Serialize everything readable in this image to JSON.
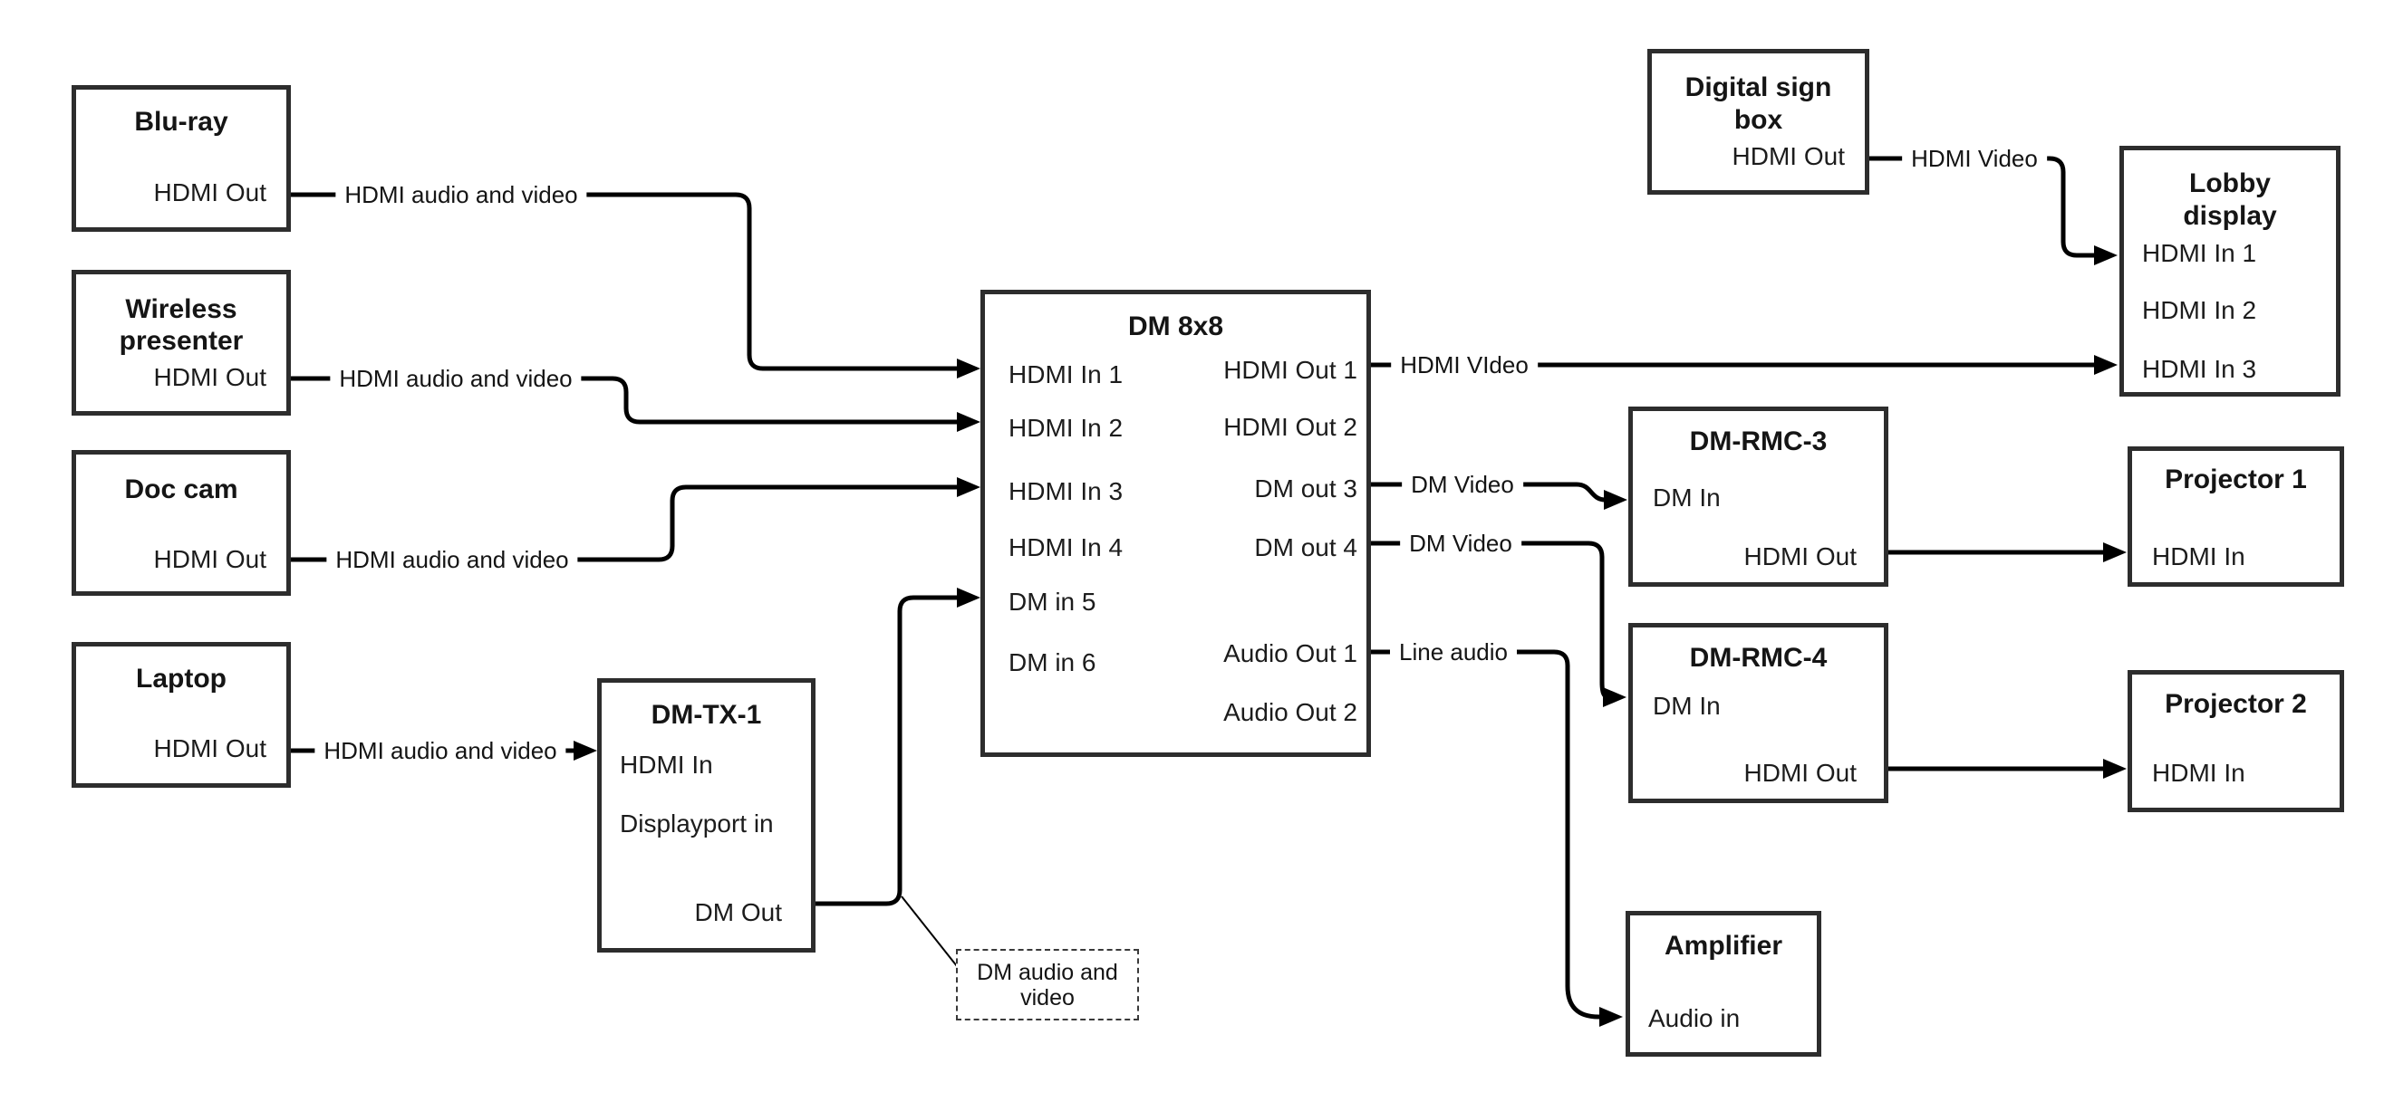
{
  "nodes": {
    "bluray": {
      "title_lines": [
        "Blu-ray"
      ],
      "ports": {
        "out": "HDMI Out"
      }
    },
    "wireless": {
      "title_lines": [
        "Wireless",
        "presenter"
      ],
      "ports": {
        "out": "HDMI Out"
      }
    },
    "doccam": {
      "title_lines": [
        "Doc cam"
      ],
      "ports": {
        "out": "HDMI Out"
      }
    },
    "laptop": {
      "title_lines": [
        "Laptop"
      ],
      "ports": {
        "out": "HDMI Out"
      }
    },
    "dmtx1": {
      "title_lines": [
        "DM-TX-1"
      ],
      "ports": {
        "hdmi_in": "HDMI In",
        "dp_in": "Displayport in",
        "dm_out": "DM Out"
      }
    },
    "dm8x8": {
      "title_lines": [
        "DM 8x8"
      ],
      "ports": {
        "in1": "HDMI In 1",
        "in2": "HDMI In 2",
        "in3": "HDMI In 3",
        "in4": "HDMI In 4",
        "in5": "DM in 5",
        "in6": "DM in 6",
        "out1": "HDMI Out 1",
        "out2": "HDMI Out 2",
        "out3": "DM out 3",
        "out4": "DM out 4",
        "aout1": "Audio Out 1",
        "aout2": "Audio Out 2"
      }
    },
    "digitalsign": {
      "title_lines": [
        "Digital sign",
        "box"
      ],
      "ports": {
        "out": "HDMI Out"
      }
    },
    "lobby": {
      "title_lines": [
        "Lobby",
        "display"
      ],
      "ports": {
        "in1": "HDMI In 1",
        "in2": "HDMI In 2",
        "in3": "HDMI In 3"
      }
    },
    "rmc3": {
      "title_lines": [
        "DM-RMC-3"
      ],
      "ports": {
        "dm_in": "DM In",
        "hdmi_out": "HDMI Out"
      }
    },
    "proj1": {
      "title_lines": [
        "Projector 1"
      ],
      "ports": {
        "in": "HDMI In"
      }
    },
    "rmc4": {
      "title_lines": [
        "DM-RMC-4"
      ],
      "ports": {
        "dm_in": "DM In",
        "hdmi_out": "HDMI Out"
      }
    },
    "proj2": {
      "title_lines": [
        "Projector 2"
      ],
      "ports": {
        "in": "HDMI In"
      }
    },
    "amplifier": {
      "title_lines": [
        "Amplifier"
      ],
      "ports": {
        "in": "Audio in"
      }
    }
  },
  "connections": [
    {
      "from": "Blu-ray HDMI Out",
      "to": "DM 8x8 HDMI In 1",
      "label": "HDMI audio and video"
    },
    {
      "from": "Wireless presenter HDMI Out",
      "to": "DM 8x8 HDMI In 2",
      "label": "HDMI audio and video"
    },
    {
      "from": "Doc cam HDMI Out",
      "to": "DM 8x8 HDMI In 3",
      "label": "HDMI audio and video"
    },
    {
      "from": "Laptop HDMI Out",
      "to": "DM-TX-1 HDMI In",
      "label": "HDMI audio and video"
    },
    {
      "from": "DM-TX-1 DM Out",
      "to": "DM 8x8 DM in 5",
      "label": ""
    },
    {
      "from": "Digital sign box HDMI Out",
      "to": "Lobby display HDMI In 1",
      "label": "HDMI Video"
    },
    {
      "from": "DM 8x8 HDMI Out 1",
      "to": "Lobby display HDMI In 3",
      "label": "HDMI VIdeo"
    },
    {
      "from": "DM 8x8 DM out 3",
      "to": "DM-RMC-3 DM In",
      "label": "DM Video"
    },
    {
      "from": "DM 8x8 DM out 4",
      "to": "DM-RMC-4 DM In",
      "label": "DM Video"
    },
    {
      "from": "DM 8x8 Audio Out 1",
      "to": "Amplifier Audio in",
      "label": "Line audio"
    },
    {
      "from": "DM-RMC-3 HDMI Out",
      "to": "Projector 1 HDMI In",
      "label": ""
    },
    {
      "from": "DM-RMC-4 HDMI Out",
      "to": "Projector 2 HDMI In",
      "label": ""
    }
  ],
  "annotation": {
    "lines": [
      "DM audio and",
      "video"
    ],
    "attached_to": "DM-TX-1 DM Out line"
  },
  "colors": {
    "line": "#000000",
    "box_border": "#2d2d2d",
    "background": "#ffffff",
    "text": "#141414"
  }
}
